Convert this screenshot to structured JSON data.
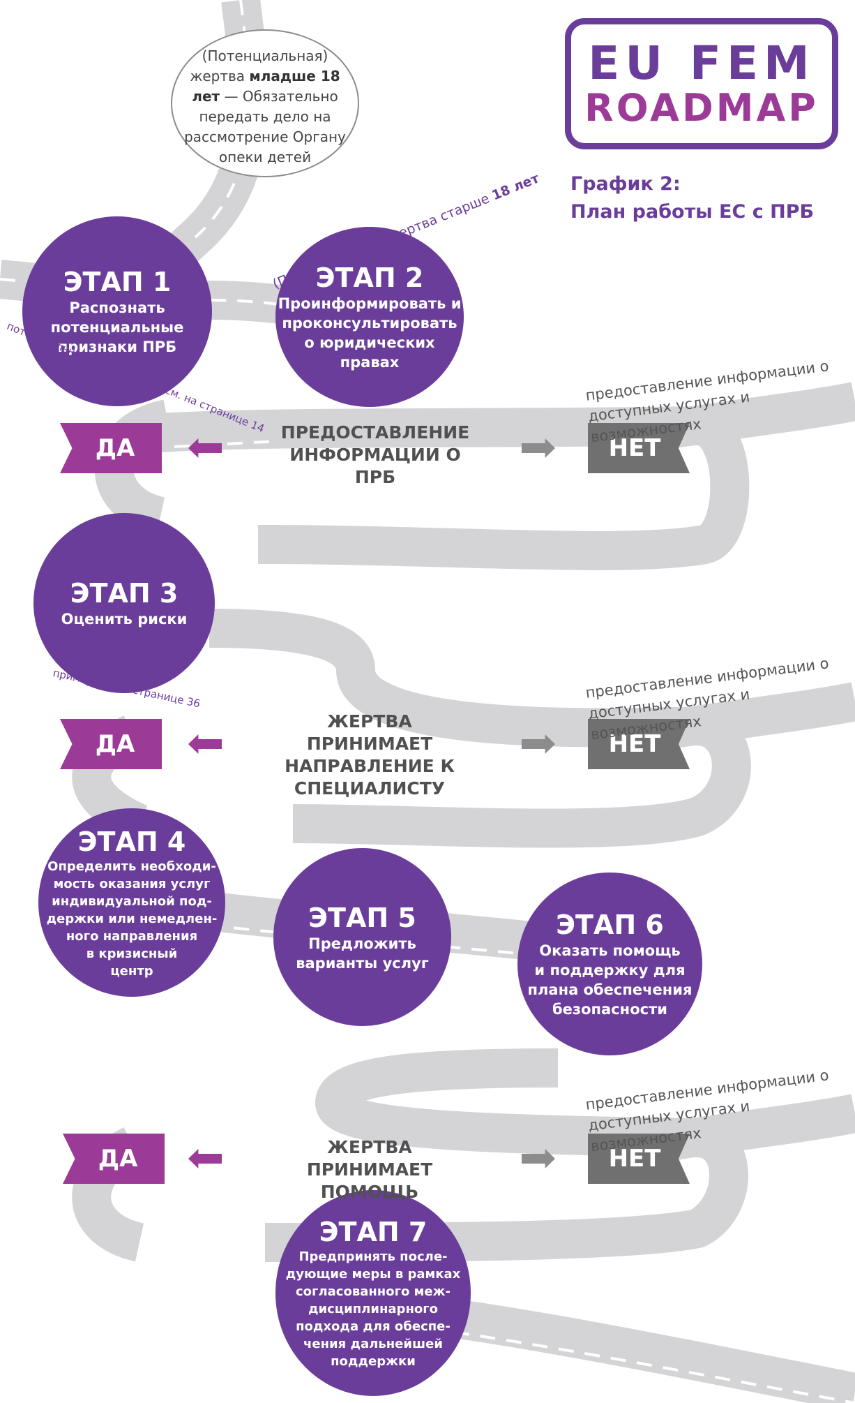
{
  "colors": {
    "purple": "#6a3d9a",
    "magenta": "#9c3a97",
    "gray_label": "#707070",
    "road": "#d4d4d6"
  },
  "logo": {
    "line1": "EU FEM",
    "line2": "ROADMAP"
  },
  "title": {
    "line1": "График 2:",
    "line2": "План работы ЕС с ПРБ"
  },
  "note": {
    "part1": "(Потенциальная) жертва ",
    "bold": "младше 18 лет",
    "part2": " — Обязательно передать дело на рассмотрение Органу опеки детей"
  },
  "older_note": {
    "text": "(Потенциальная) жертва старше ",
    "bold": "18 лет"
  },
  "stages": [
    {
      "title": "ЭТАП 1",
      "desc": "Распознать\nпотенциальные\nпризнаки ПРБ"
    },
    {
      "title": "ЭТАП 2",
      "desc": "Проинформировать и\nпроконсультировать\nо юридических\nправах"
    },
    {
      "title": "ЭТАП 3",
      "desc": "Оценить риски"
    },
    {
      "title": "ЭТАП 4",
      "desc": "Определить необходи-\nмость оказания услуг\nиндивидуальной под-\nдержки или немедлен-\nного направления\nв кризисный\nцентр"
    },
    {
      "title": "ЭТАП 5",
      "desc": "Предложить\nварианты услуг"
    },
    {
      "title": "ЭТАП 6",
      "desc": "Оказать помощь\nи поддержку для\nплана обеспечения\nбезопасности"
    },
    {
      "title": "ЭТАП 7",
      "desc": "Предпринять после-\nдующие меры в рамках\nсогласованного меж-\nдисциплинарного\nподхода для обеспе-\nчения дальнейшей\nподдержки"
    }
  ],
  "refs": {
    "stage1": "потенциальные признаки ПРБ см. на странице 14",
    "stage3": "пример см. на странице 36"
  },
  "decisions": [
    {
      "yes": "ДА",
      "no": "НЕТ",
      "question": "ПРЕДОСТАВЛЕНИЕ\nИНФОРМАЦИИ О ПРБ",
      "info": "предоставление информации о\nдоступных услугах и возможностях"
    },
    {
      "yes": "ДА",
      "no": "НЕТ",
      "question": "ЖЕРТВА ПРИНИМАЕТ\nНАПРАВЛЕНИЕ К\nСПЕЦИАЛИСТУ",
      "info": "предоставление информации о\nдоступных услугах и возможностях"
    },
    {
      "yes": "ДА",
      "no": "НЕТ",
      "question": "ЖЕРТВА ПРИНИМАЕТ\nПОМОЩЬ",
      "info": "предоставление информации о\nдоступных услугах и возможностях"
    }
  ]
}
